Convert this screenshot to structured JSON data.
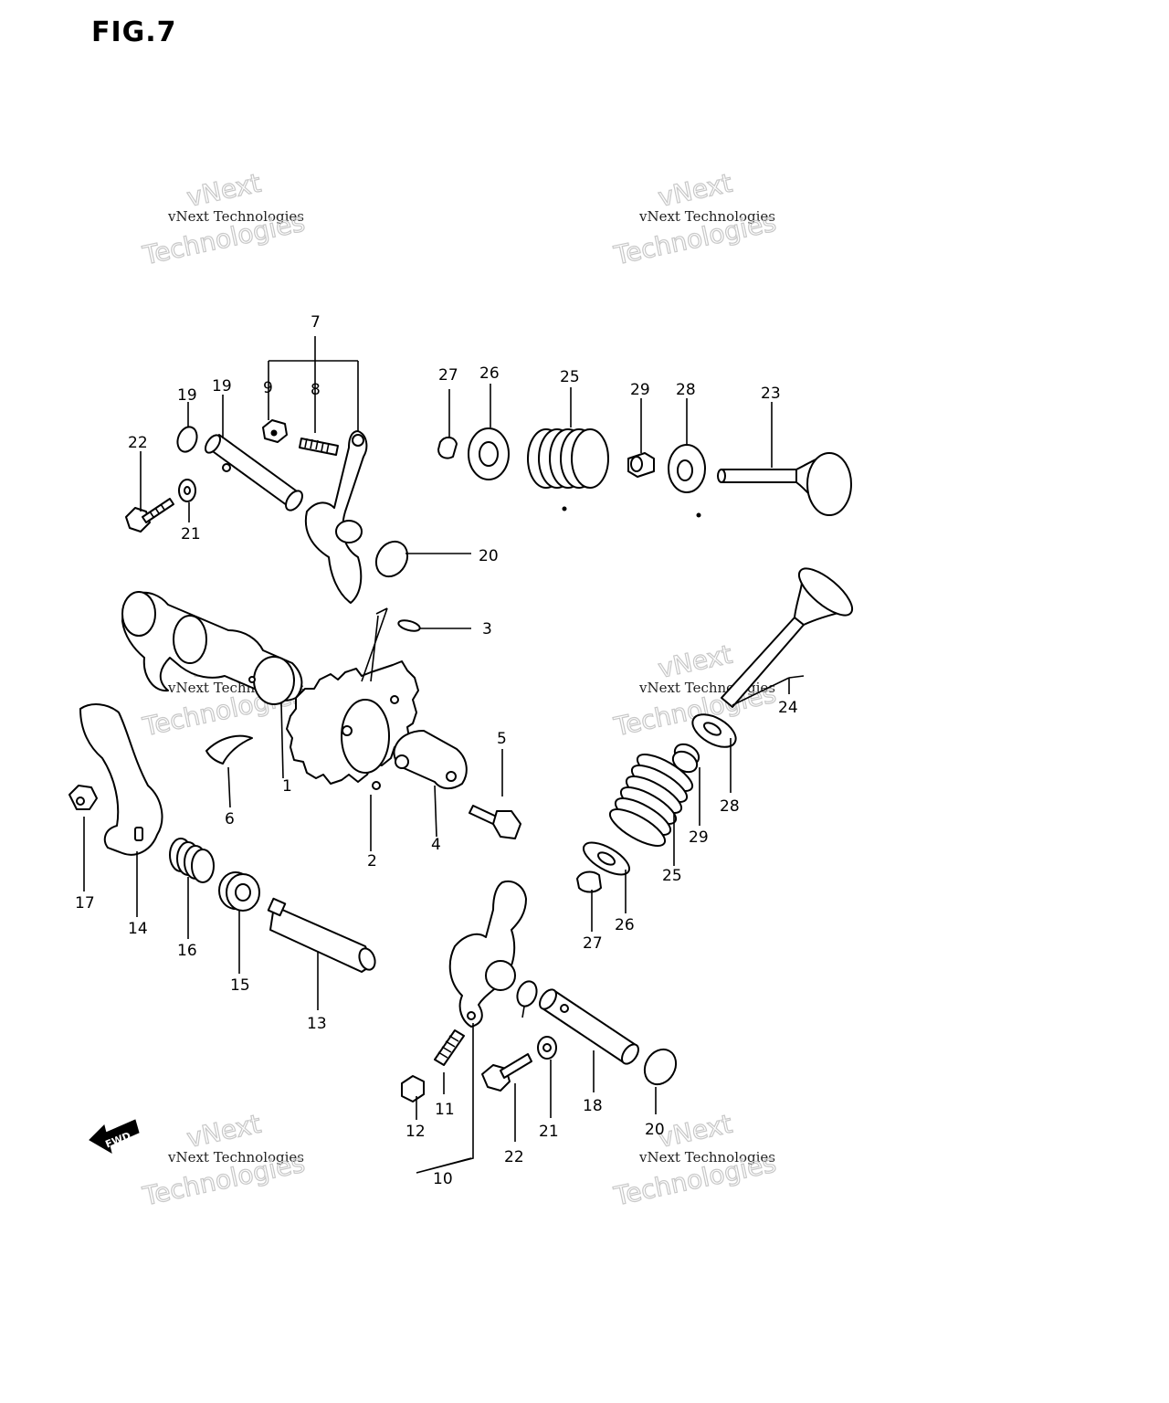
{
  "figure": {
    "title": "FIG.7",
    "fwd_label": "FWD"
  },
  "watermark": {
    "line1": "vNext",
    "line2": "vNext Technologies",
    "line3": "Technologies"
  },
  "callouts": [
    "1",
    "2",
    "3",
    "4",
    "5",
    "6",
    "7",
    "8",
    "9",
    "10",
    "11",
    "12",
    "13",
    "14",
    "15",
    "16",
    "17",
    "18",
    "19",
    "19",
    "20",
    "20",
    "21",
    "21",
    "22",
    "22",
    "23",
    "24",
    "25",
    "25",
    "26",
    "26",
    "27",
    "27",
    "28",
    "28",
    "29",
    "29"
  ]
}
